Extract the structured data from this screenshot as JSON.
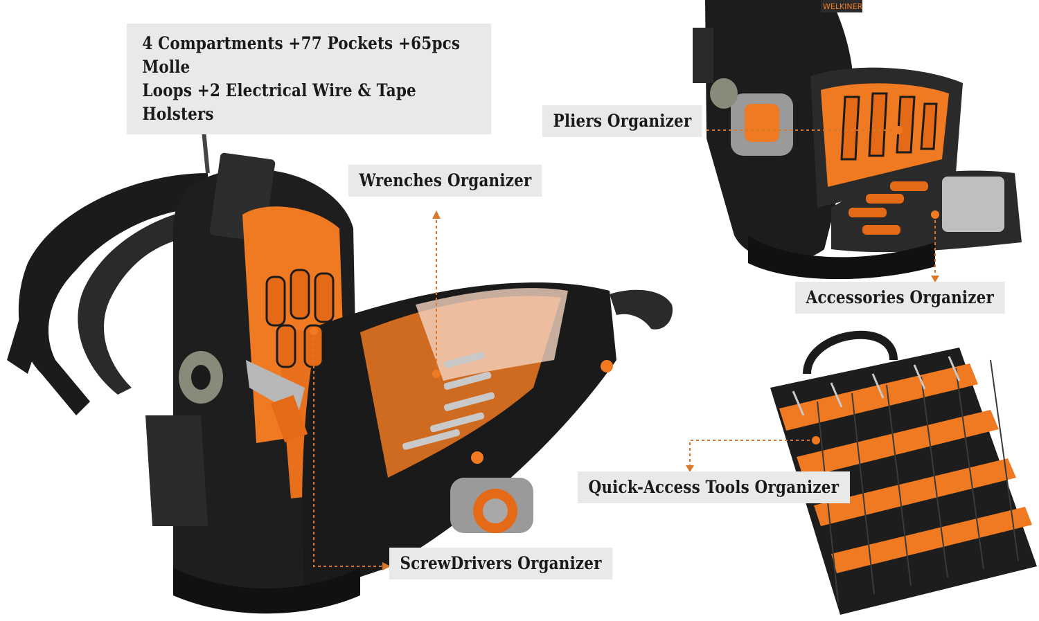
{
  "headline": {
    "line1": "4 Compartments +77 Pockets +65pcs Molle",
    "line2": "Loops +2 Electrical Wire & Tape Holsters"
  },
  "callouts": {
    "wrenches": "Wrenches Organizer",
    "pliers": "Pliers Organizer",
    "accessories": "Accessories Organizer",
    "quick_access": "Quick-Access Tools Organizer",
    "screwdrivers": "ScrewDrivers Organizer"
  },
  "brand_mark": "WELKINER",
  "colors": {
    "accent": "#f07a22",
    "bag_black": "#1b1b1b",
    "label_bg": "#e9e9e9",
    "leader_line": "#d9772a"
  }
}
